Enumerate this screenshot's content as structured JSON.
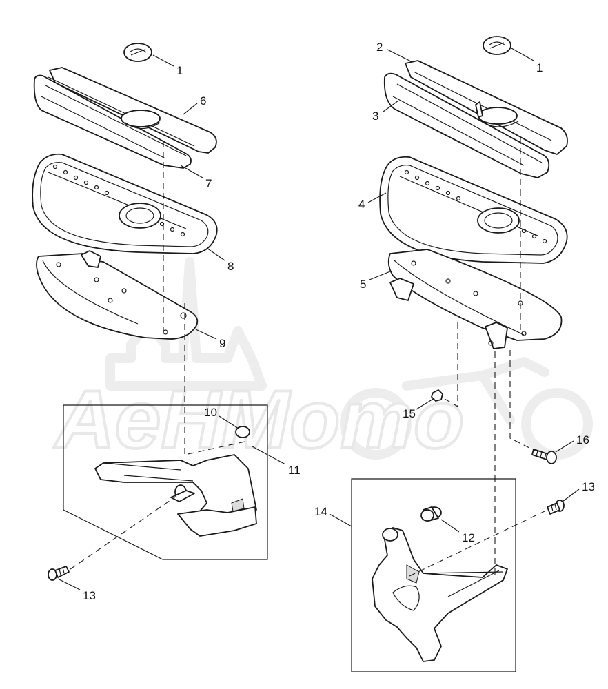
{
  "watermark": {
    "text": "AeHMomo"
  },
  "callouts": {
    "c1_left": "1",
    "c6": "6",
    "c7": "7",
    "c8": "8",
    "c9": "9",
    "c10": "10",
    "c11": "11",
    "c13_left": "13",
    "c1_right": "1",
    "c2": "2",
    "c3": "3",
    "c4": "4",
    "c5": "5",
    "c15": "15",
    "c16": "16",
    "c13_right": "13",
    "c14": "14",
    "c12": "12"
  }
}
